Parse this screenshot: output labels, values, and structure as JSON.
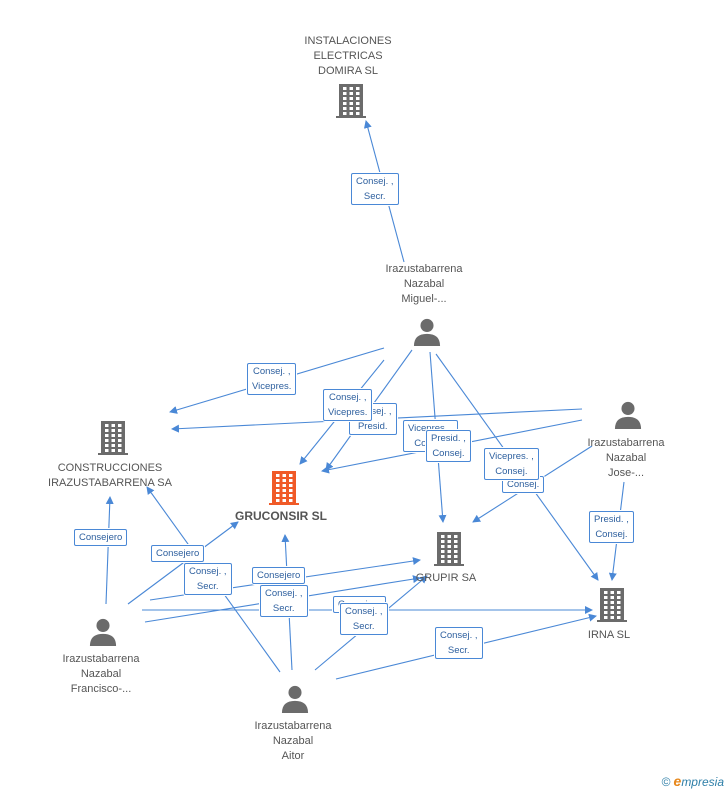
{
  "colors": {
    "edge": "#4a88d6",
    "company_icon": "#6b6b6b",
    "main_company_icon": "#f05a28",
    "person_icon": "#6b6b6b"
  },
  "nodes": [
    {
      "id": "instalaciones",
      "type": "company",
      "label": "INSTALACIONES\nELECTRICAS\nDOMIRA SL",
      "icon": "building-icon"
    },
    {
      "id": "construcciones",
      "type": "company",
      "label": "CONSTRUCCIONES\nIRAZUSTABARRENA SA",
      "icon": "building-icon"
    },
    {
      "id": "gruconsir",
      "type": "main-company",
      "label": "GRUCONSIR SL",
      "icon": "building-icon"
    },
    {
      "id": "grupir",
      "type": "company",
      "label": "GRUPIR SA",
      "icon": "building-icon"
    },
    {
      "id": "irna",
      "type": "company",
      "label": "IRNA SL",
      "icon": "building-icon"
    },
    {
      "id": "miguel",
      "type": "person",
      "label": "Irazustabarrena\nNazabal\nMiguel-...",
      "icon": "person-icon"
    },
    {
      "id": "jose",
      "type": "person",
      "label": "Irazustabarrena\nNazabal\nJose-...",
      "icon": "person-icon"
    },
    {
      "id": "francisco",
      "type": "person",
      "label": "Irazustabarrena\nNazabal\nFrancisco-...",
      "icon": "person-icon"
    },
    {
      "id": "aitor",
      "type": "person",
      "label": "Irazustabarrena\nNazabal\nAitor",
      "icon": "person-icon"
    }
  ],
  "edge_labels": [
    "Consej. ,\nSecr.",
    "Consej. ,\nVicepres.",
    "Consej. ,\nPresid.",
    "Consej. ,\nVicepres.",
    "Vicepres. ,\nConsej.",
    "Presid. ,\nConsej.",
    "Vicepres. ,\nConsej.",
    "Consej.",
    "Presid. ,\nConsej.",
    "Consejero",
    "Consejero",
    "Consej. ,\nSecr.",
    "Consejero",
    "Consej. ,\nSecr.",
    "Consej. ,\nSecr.",
    "Consejero",
    "Consej. ,\nSecr."
  ],
  "footer": {
    "copyright": "©",
    "brand_initial": "e",
    "brand_rest": "mpresia"
  }
}
